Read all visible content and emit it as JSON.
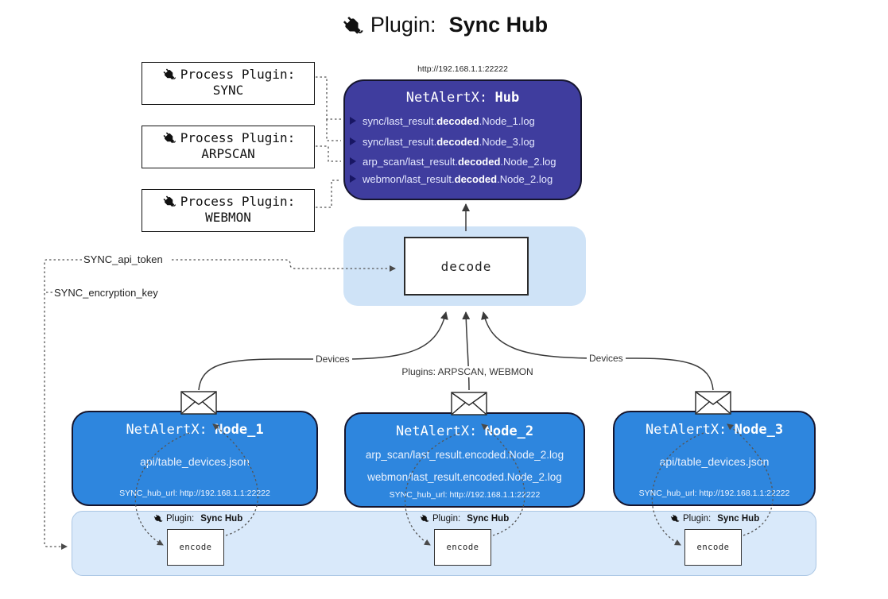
{
  "title": {
    "prefix": "Plugin:",
    "bold": "Sync Hub"
  },
  "hub": {
    "url": "http://192.168.1.1:22222",
    "name_prefix": "NetAlertX:",
    "name_bold": "Hub",
    "logs": [
      {
        "pre": "sync/last_result.",
        "bold": "decoded",
        "post": ".Node_1.log"
      },
      {
        "pre": "sync/last_result.",
        "bold": "decoded",
        "post": ".Node_3.log"
      },
      {
        "pre": "arp_scan/last_result.",
        "bold": "decoded",
        "post": ".Node_2.log"
      },
      {
        "pre": "webmon/last_result.",
        "bold": "decoded",
        "post": ".Node_2.log"
      }
    ]
  },
  "process_plugins": [
    {
      "label": "Process Plugin:",
      "name": "SYNC"
    },
    {
      "label": "Process Plugin:",
      "name": "ARPSCAN"
    },
    {
      "label": "Process Plugin:",
      "name": "WEBMON"
    }
  ],
  "decode_panel": {
    "decode_label": "decode"
  },
  "keys": {
    "api_token": "SYNC_api_token",
    "encryption_key": "SYNC_encryption_key"
  },
  "edge_labels": {
    "devices_left": "Devices",
    "plugins_middle": "Plugins: ARPSCAN, WEBMON",
    "devices_right": "Devices"
  },
  "nodes": [
    {
      "name_prefix": "NetAlertX:",
      "name_bold": "Node_1",
      "lines": [
        "api/table_devices.json"
      ],
      "hub_url": "SYNC_hub_url: http://192.168.1.1:22222"
    },
    {
      "name_prefix": "NetAlertX:",
      "name_bold": "Node_2",
      "lines": [
        "arp_scan/last_result.encoded.Node_2.log",
        "webmon/last_result.encoded.Node_2.log"
      ],
      "hub_url": "SYNC_hub_url: http://192.168.1.1:22222"
    },
    {
      "name_prefix": "NetAlertX:",
      "name_bold": "Node_3",
      "lines": [
        "api/table_devices.json"
      ],
      "hub_url": "SYNC_hub_url: http://192.168.1.1:22222"
    }
  ],
  "encoders": [
    {
      "label_prefix": "Plugin:",
      "label_bold": "Sync Hub",
      "box_label": "encode"
    },
    {
      "label_prefix": "Plugin:",
      "label_bold": "Sync Hub",
      "box_label": "encode"
    },
    {
      "label_prefix": "Plugin:",
      "label_bold": "Sync Hub",
      "box_label": "encode"
    }
  ],
  "icons": {
    "plug": "🔌",
    "envelope": "✉",
    "arrow_right": "▶"
  },
  "colors": {
    "hub-bg": "#3f3d9e",
    "node-bg": "#2e86de",
    "panel-bg": "#cfe3f7",
    "strip-bg": "#d9e9fa",
    "strip-border": "#aac6e4",
    "log-text": "#e6e9ff"
  }
}
